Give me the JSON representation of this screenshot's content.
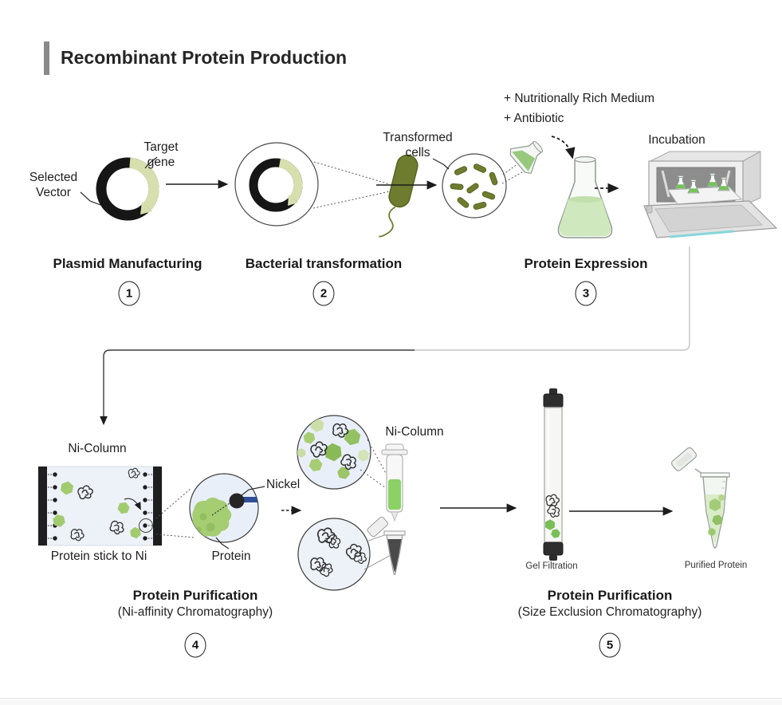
{
  "title": "Recombinant Protein Production",
  "labels": {
    "target_gene": "Target\ngene",
    "selected_vector": "Selected\nVector",
    "transformed_cells": "Transformed\ncells",
    "rich_medium": "+ Nutritionally Rich Medium",
    "antibiotic": "+ Antibiotic",
    "incubation": "Incubation",
    "ni_column_left": "Ni-Column",
    "protein_stick_to_ni": "Protein stick to Ni",
    "nickel": "Nickel",
    "protein": "Protein",
    "ni_column_right": "Ni-Column",
    "gel_filtration": "Gel Filtration",
    "purified_protein": "Purified Protein"
  },
  "steps": [
    {
      "number": "1",
      "label": "Plasmid Manufacturing"
    },
    {
      "number": "2",
      "label": "Bacterial transformation"
    },
    {
      "number": "3",
      "label": "Protein Expression"
    },
    {
      "number": "4",
      "label": "Protein Purification",
      "sublabel": "(Ni-affinity Chromatography)"
    },
    {
      "number": "5",
      "label": "Protein Purification",
      "sublabel": "(Size Exclusion Chromatography)"
    }
  ],
  "colors": {
    "protein_green": "#9cc468",
    "pale_gene_green": "#d7dfae",
    "bacteria_olive": "#6d7c2e",
    "nickel_black": "#262626",
    "column_fill_blue": "#eaf0f8",
    "nickel_strip_blue": "#2e4f97",
    "flask_liquid_green": "#cfe8bd",
    "incubator_teal": "#86d6da"
  }
}
